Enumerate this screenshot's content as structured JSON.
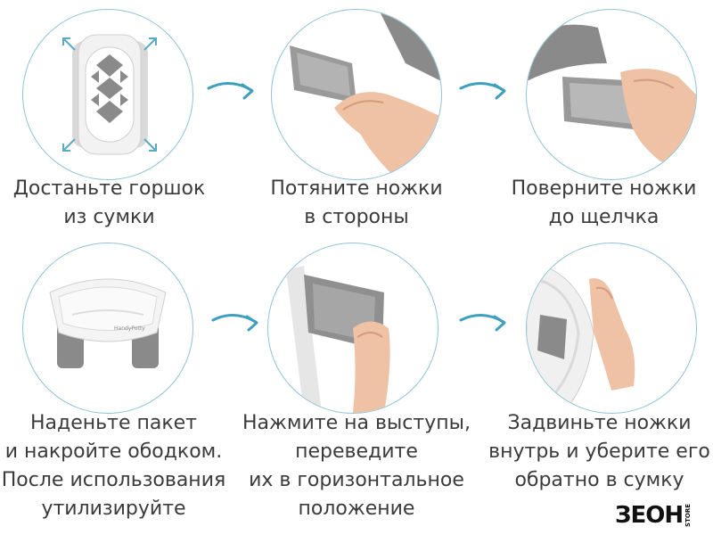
{
  "steps": [
    {
      "lines": [
        "Достаньте горшок",
        "из сумки"
      ]
    },
    {
      "lines": [
        "Потяните ножки",
        "в стороны"
      ]
    },
    {
      "lines": [
        "Поверните ножки",
        "до щелчка"
      ]
    },
    {
      "lines": [
        "Наденьте пакет",
        "и накройте ободком.",
        "После использования",
        "утилизируйте"
      ]
    },
    {
      "lines": [
        "Нажмите на выступы,",
        "переведите",
        "их в горизонтальное",
        "положение"
      ]
    },
    {
      "lines": [
        "Задвиньте ножки",
        "внутрь и уберите его",
        "обратно в сумку"
      ]
    }
  ],
  "potty_brand": "HandyPotty",
  "logo": {
    "main": "ЗЕОН",
    "sub": "STORE"
  },
  "colors": {
    "circle_border": "#8fc3d6",
    "arrow": "#3f9fbf",
    "leg_gray": "#8a8a8a",
    "skin": "#e8b89a",
    "text": "#3b3b3b"
  }
}
